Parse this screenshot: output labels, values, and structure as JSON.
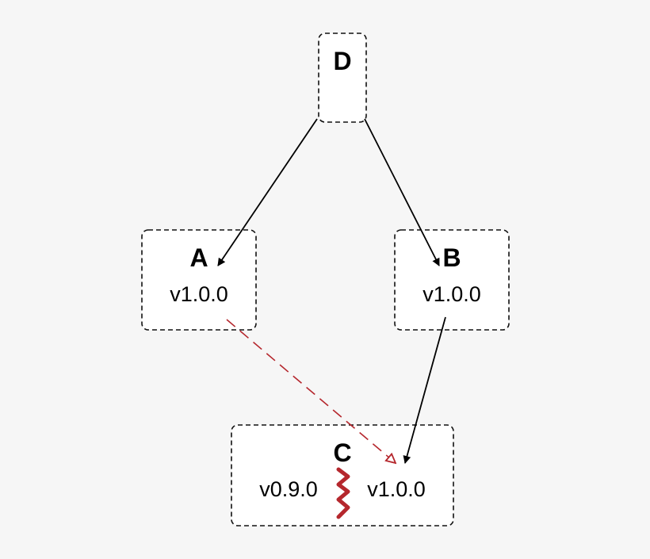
{
  "diagram": {
    "nodes": {
      "d": {
        "title": "D"
      },
      "a": {
        "title": "A",
        "version": "v1.0.0"
      },
      "b": {
        "title": "B",
        "version": "v1.0.0"
      },
      "c": {
        "title": "C",
        "versions": [
          "v0.9.0",
          "v1.0.0"
        ]
      }
    },
    "edges": [
      {
        "from": "D",
        "to": "A",
        "style": "solid"
      },
      {
        "from": "D",
        "to": "B",
        "style": "solid"
      },
      {
        "from": "B",
        "to": "C v1.0.0",
        "style": "solid"
      },
      {
        "from": "A",
        "to": "C v1.0.0",
        "style": "dashed"
      }
    ],
    "colors": {
      "background": "#f6f6f6",
      "box_fill": "#ffffff",
      "box_border": "#111111",
      "text": "#000000",
      "solid_edge": "#000000",
      "conflict": "#b5272d"
    },
    "icons": {
      "conflict_marker": "zigzag-conflict-icon",
      "arrow_head_solid": "filled-arrowhead",
      "arrow_head_open": "open-arrowhead"
    }
  }
}
